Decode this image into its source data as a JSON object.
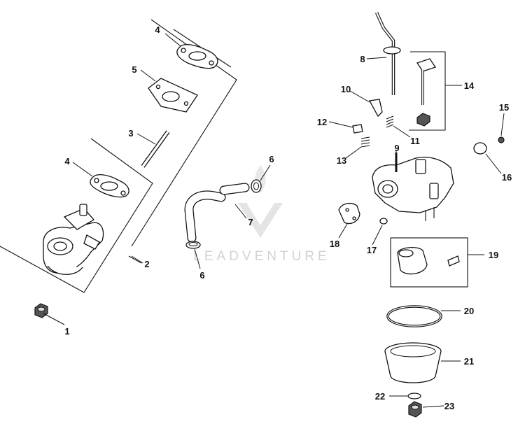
{
  "watermark": {
    "text": "LEADVENTURE"
  },
  "callouts": [
    "1",
    "2",
    "3",
    "4",
    "4",
    "5",
    "6",
    "6",
    "7",
    "8",
    "9",
    "10",
    "11",
    "12",
    "13",
    "14",
    "15",
    "16",
    "17",
    "18",
    "19",
    "20",
    "21",
    "22",
    "23"
  ]
}
